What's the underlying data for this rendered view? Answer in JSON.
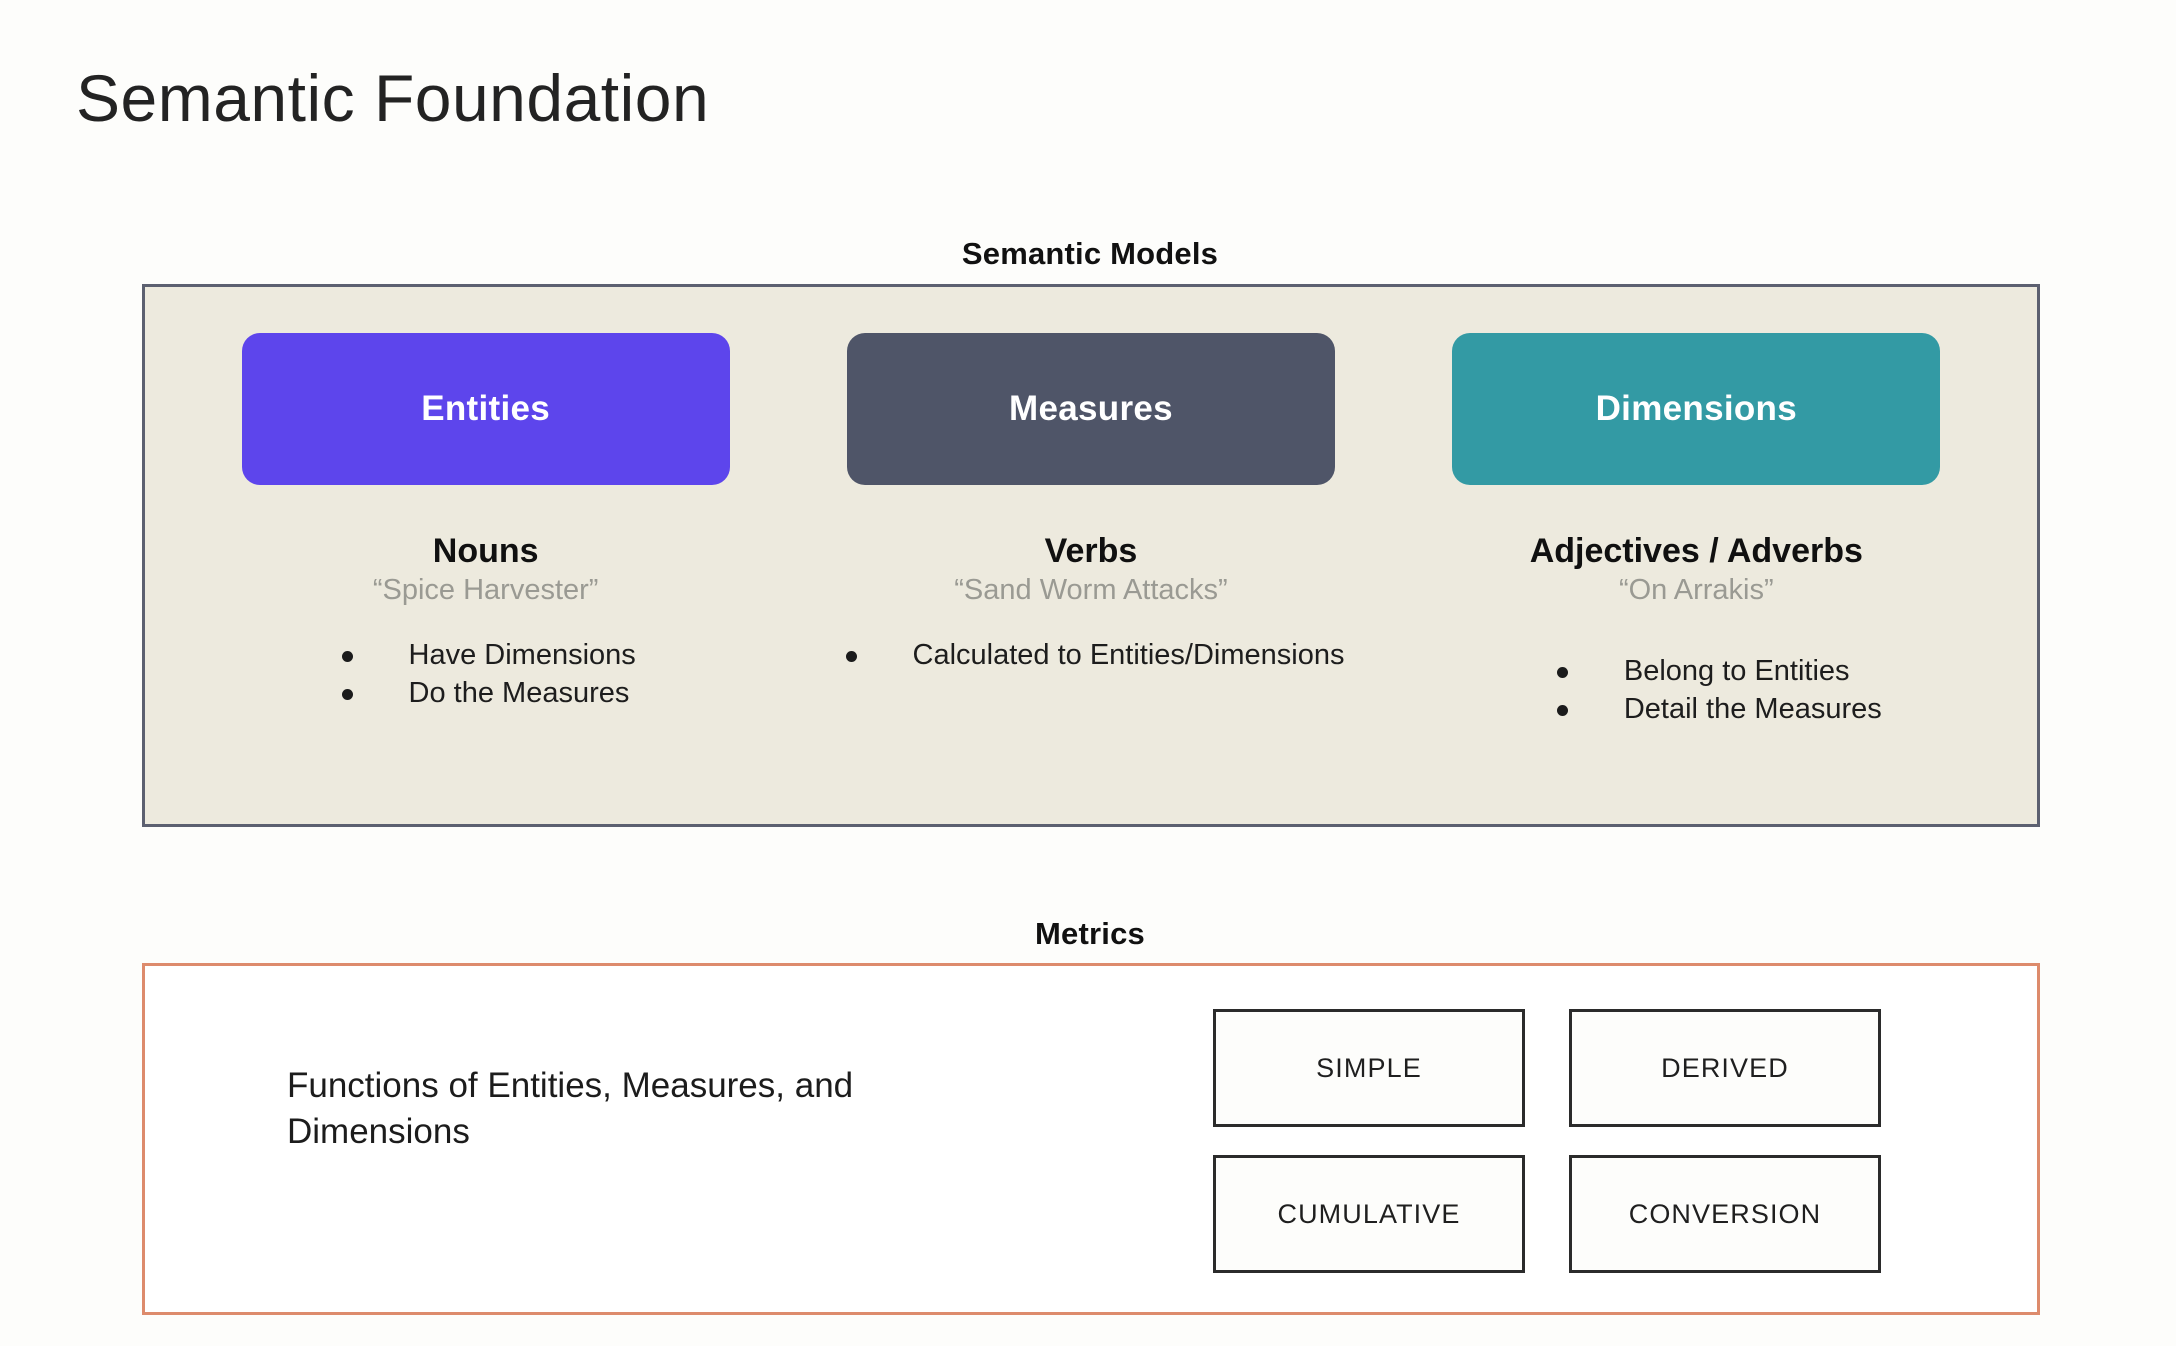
{
  "page": {
    "title": "Semantic Foundation",
    "background": "#fdfdfb"
  },
  "semantic_models": {
    "label": "Semantic Models",
    "panel_bg": "#edeade",
    "panel_border": "#5c6070",
    "columns": [
      {
        "pill_label": "Entities",
        "pill_color": "#5d45ec",
        "part_of_speech": "Nouns",
        "example": "“Spice Harvester”",
        "bullets": [
          "Have Dimensions",
          "Do the Measures"
        ]
      },
      {
        "pill_label": "Measures",
        "pill_color": "#4f5568",
        "part_of_speech": "Verbs",
        "example": "“Sand Worm Attacks”",
        "bullets": [
          "Calculated to Entities/Dimensions"
        ]
      },
      {
        "pill_label": "Dimensions",
        "pill_color": "#339aa4",
        "part_of_speech": "Adjectives / Adverbs",
        "example": "“On Arrakis”",
        "bullets": [
          "Belong to Entities",
          "Detail the Measures"
        ]
      }
    ]
  },
  "metrics": {
    "label": "Metrics",
    "panel_border": "#dd8b6c",
    "description": "Functions of Entities, Measures, and Dimensions",
    "types": [
      "SIMPLE",
      "DERIVED",
      "CUMULATIVE",
      "CONVERSION"
    ]
  }
}
